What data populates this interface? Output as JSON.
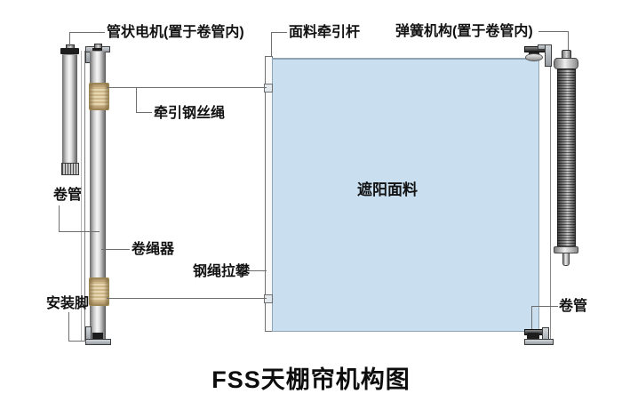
{
  "diagram": {
    "title": "FSS天棚帘机构图",
    "fabric_label": "遮阳面料",
    "callouts": {
      "motor": "管状电机(置于卷管内)",
      "fabric_rod": "面料牵引杆",
      "spring": "弹簧机构(置于卷管内)",
      "traction_wire": "牵引钢丝绳",
      "roll_tube_left": "卷管",
      "rope_winder": "卷绳器",
      "wire_pull": "钢绳拉攀",
      "mount_foot": "安装脚",
      "roll_tube_right": "卷管"
    },
    "colors": {
      "fabric_fill": "#c9dff0",
      "fabric_border": "#8fa5b5",
      "sleeve_beige": "#d9c7a2",
      "leader_line": "#6e6e6e",
      "label_text": "#121212"
    }
  }
}
